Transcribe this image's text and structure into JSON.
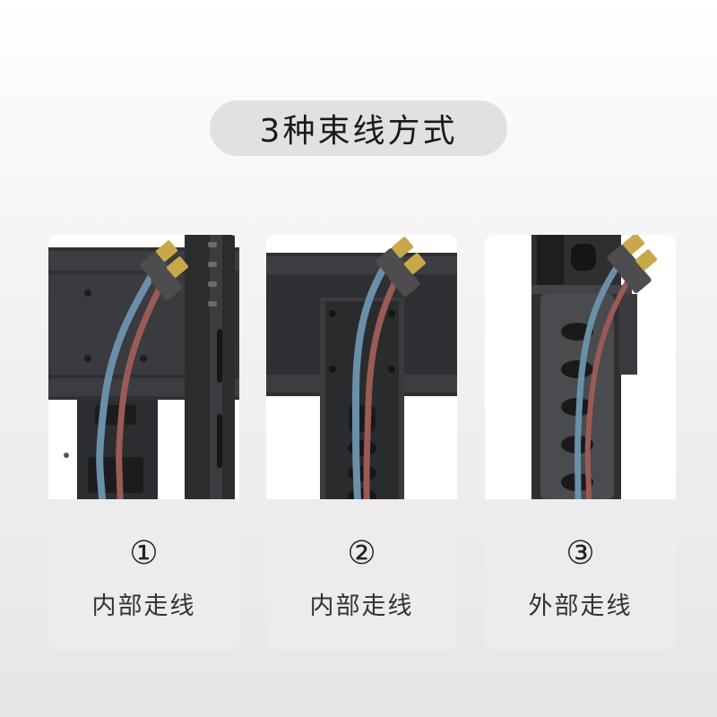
{
  "title": "3种束线方式",
  "cards": [
    {
      "number": "①",
      "label": "内部走线"
    },
    {
      "number": "②",
      "label": "内部走线"
    },
    {
      "number": "③",
      "label": "外部走线"
    }
  ]
}
